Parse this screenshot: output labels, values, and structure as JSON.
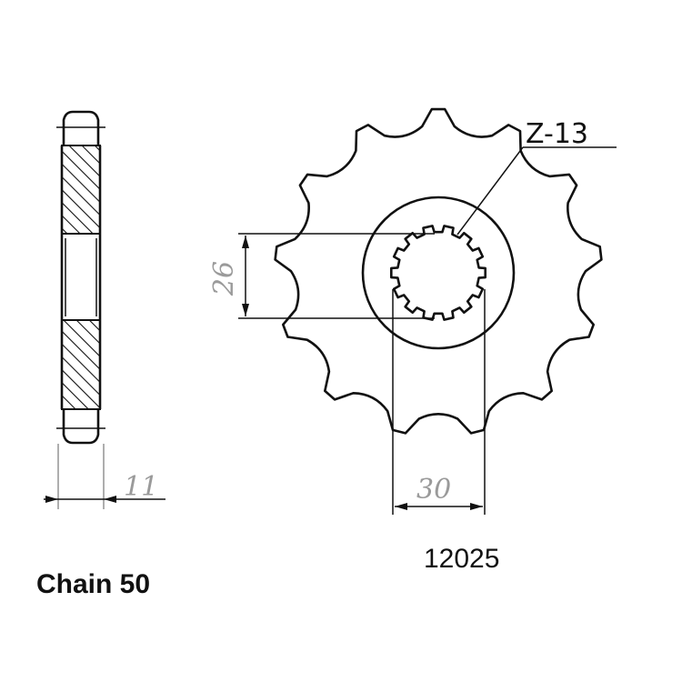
{
  "drawing": {
    "teeth_callout": "Z-13",
    "spline_diameter": "26",
    "shaft_diameter": "30",
    "thickness": "11",
    "part_number": "12025",
    "chain_label": "Chain 50"
  },
  "sprocket": {
    "teeth": 13
  },
  "colors": {
    "line": "#111111",
    "dimension_text": "#9a9a9a",
    "background": "#ffffff"
  }
}
